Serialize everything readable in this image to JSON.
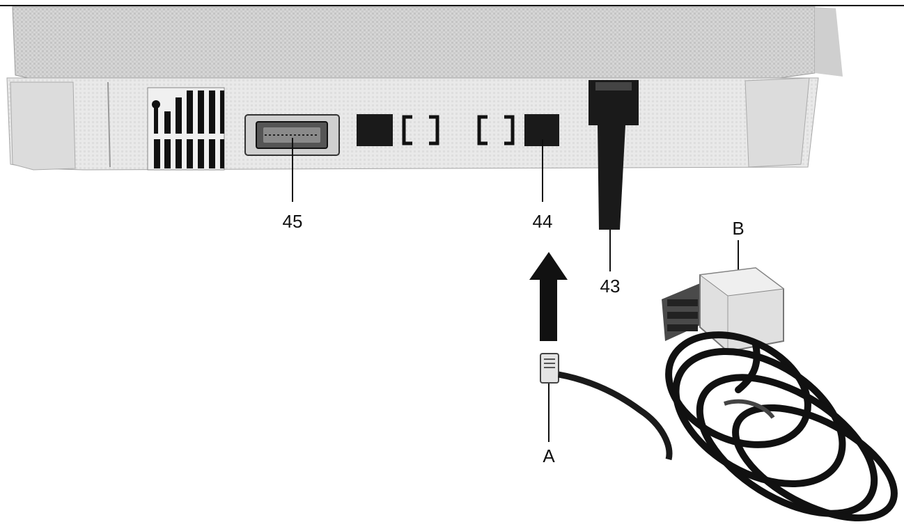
{
  "figure": {
    "callouts": {
      "port_45": "45",
      "port_44": "44",
      "cable_43": "43",
      "plug_a": "A",
      "adapter_b": "B"
    },
    "icons": {
      "vent": "vent-grille-icon",
      "serial_port": "serial-connector-icon",
      "arrow": "insert-arrow-icon",
      "rj_plug": "rj-plug-icon",
      "adapter": "plug-adapter-icon",
      "cable": "coiled-cable-icon"
    },
    "colors": {
      "device_body": "#d8d8d8",
      "panel": "#e6e6e6",
      "dark": "#1a1a1a",
      "line": "#111111"
    }
  }
}
